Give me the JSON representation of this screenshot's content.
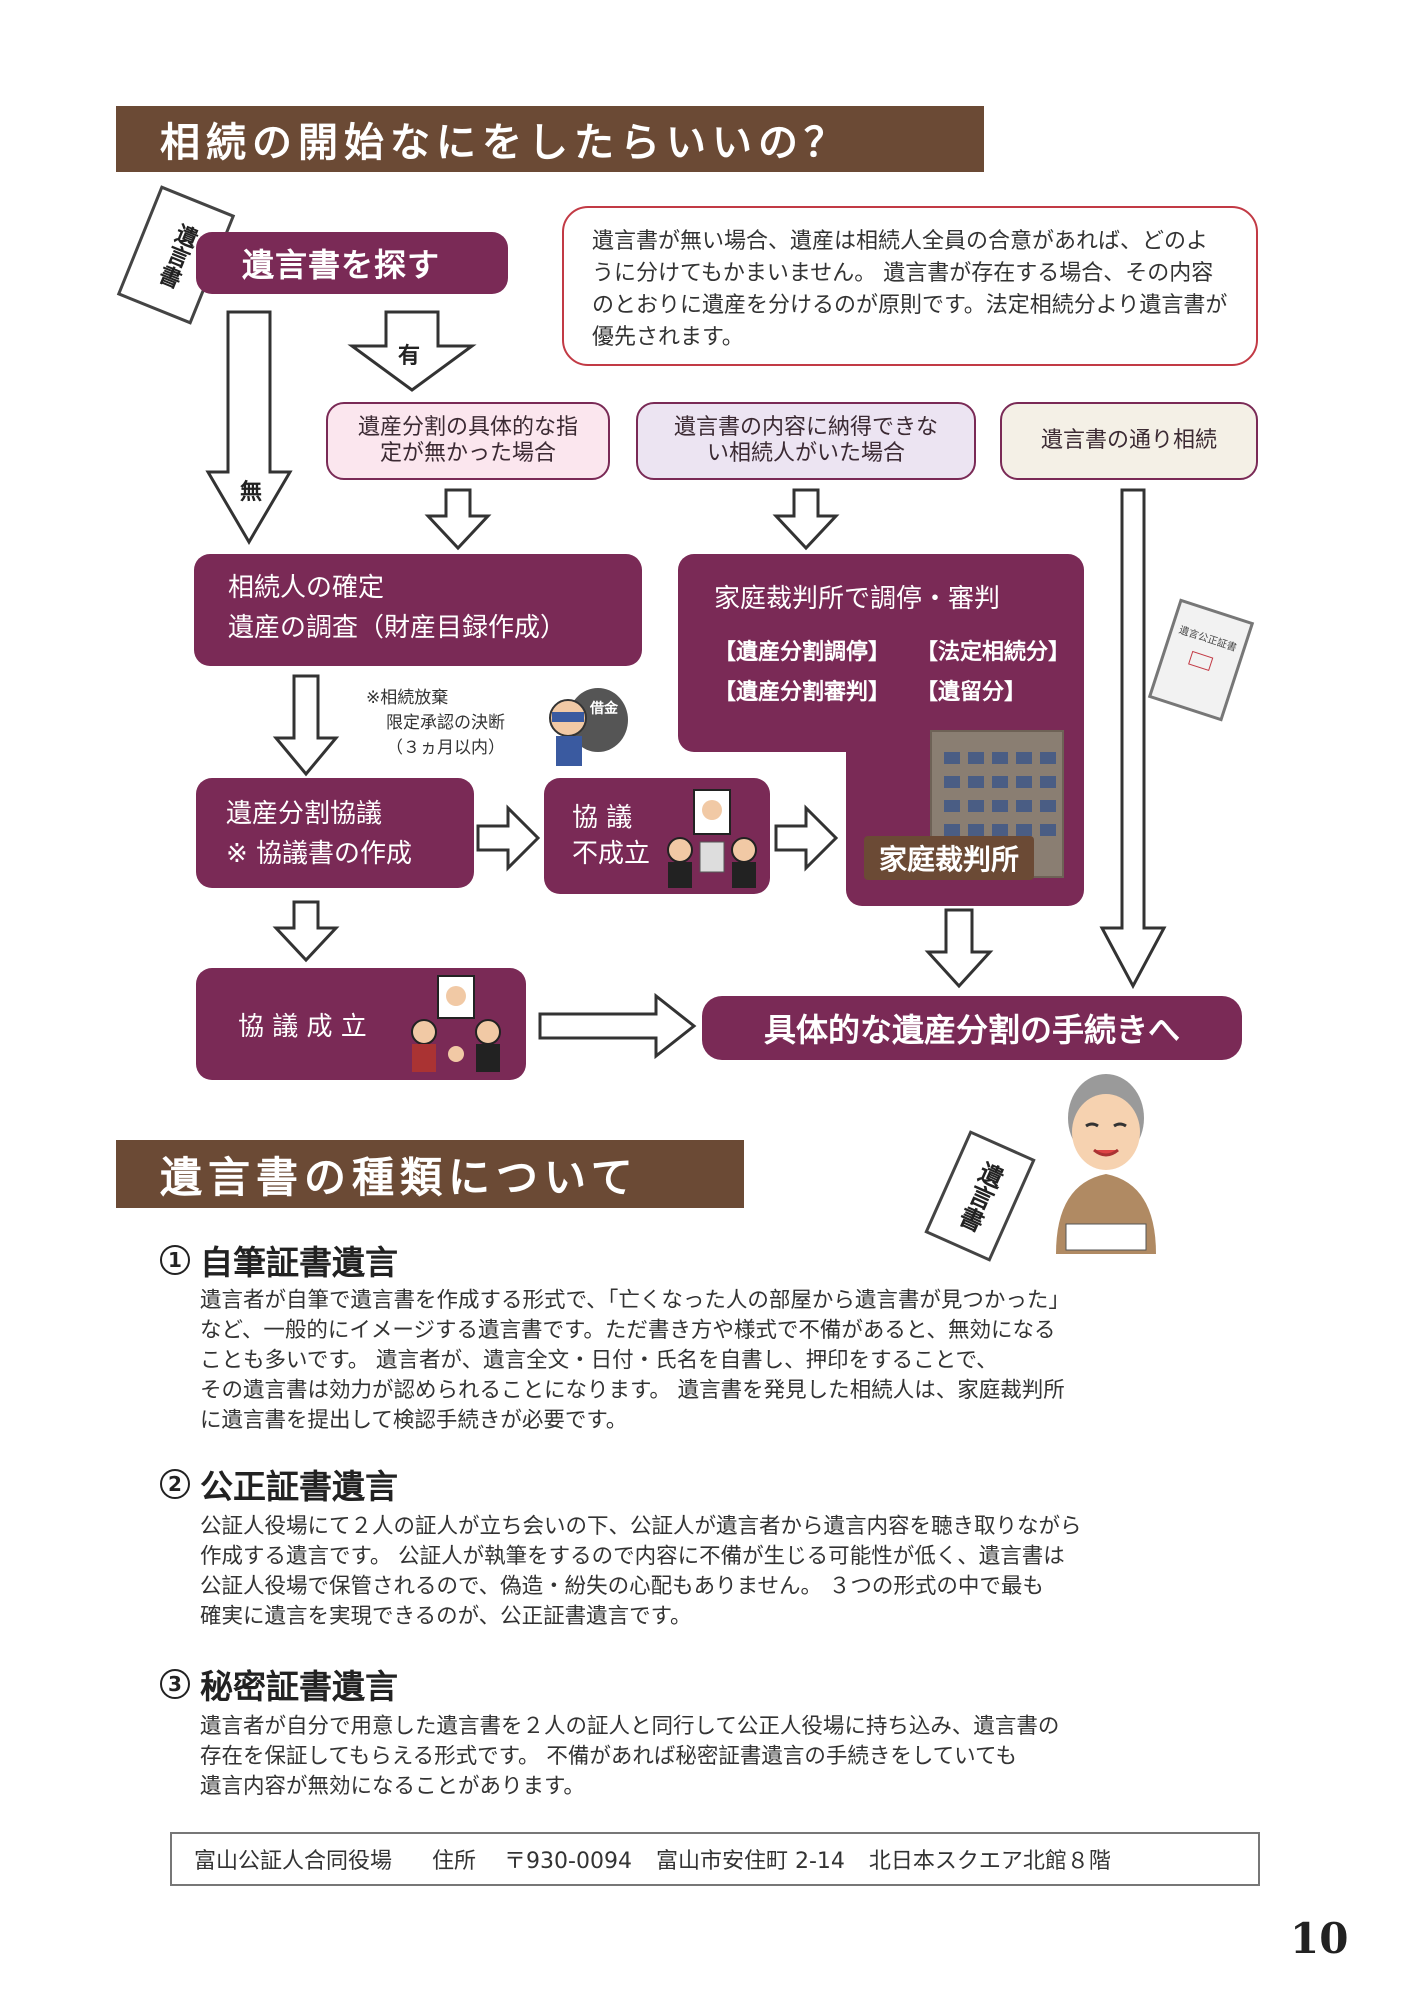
{
  "section1": {
    "title": "相続の開始なにをしたらいいの？"
  },
  "flow": {
    "search": "遺言書を探す",
    "scroll_label": "遺言書",
    "yes": "有",
    "no": "無",
    "note": "遺言書が無い場合、遺産は相続人全員の合意があれば、どのように分けてもかまいません。 遺言書が存在する場合、その内容のとおりに遺産を分けるのが原則です。法定相続分より遺言書が優先されます。",
    "cond1": "遺産分割の具体的な指定が無かった場合",
    "cond2": "遺言書の内容に納得できない相続人がいた場合",
    "cond3": "遺言書の通り相続",
    "confirm_line1": "相続人の確定",
    "confirm_line2": "遺産の調査（財産目録作成）",
    "court_title": "家庭裁判所で調停・審判",
    "court_item1": "【遺産分割調停】",
    "court_item2": "【法定相続分】",
    "court_item3": "【遺産分割審判】",
    "court_item4": "【遺留分】",
    "court_building_label": "家庭裁判所",
    "waiver_line1": "※相続放棄",
    "waiver_line2": "限定承認の決断",
    "waiver_line3": "（３ヵ月以内）",
    "debt_label": "借金",
    "division_line1": "遺産分割協議",
    "division_line2": "※ 協議書の作成",
    "fail_line1": "協 議",
    "fail_line2": "不成立",
    "success": "協 議 成 立",
    "final": "具体的な遺産分割の手続きへ",
    "doc_label": "遺言公正証書"
  },
  "section2": {
    "title": "遺言書の種類について",
    "scroll_label": "遺言書",
    "items": [
      {
        "num": "1",
        "title": "自筆証書遺言",
        "lines": [
          "遺言者が自筆で遺言書を作成する形式で、「亡くなった人の部屋から遺言書が見つかった」",
          "など、一般的にイメージする遺言書です。ただ書き方や様式で不備があると、無効になる",
          "ことも多いです。 遺言者が、遺言全文・日付・氏名を自書し、押印をすることで、",
          "その遺言書は効力が認められることになります。 遺言書を発見した相続人は、家庭裁判所",
          "に遺言書を提出して検認手続きが必要です。"
        ]
      },
      {
        "num": "2",
        "title": "公正証書遺言",
        "lines": [
          "公証人役場にて２人の証人が立ち会いの下、公証人が遺言者から遺言内容を聴き取りながら",
          "作成する遺言です。 公証人が執筆をするので内容に不備が生じる可能性が低く、遺言書は",
          "公証人役場で保管されるので、偽造・紛失の心配もありません。 ３つの形式の中で最も",
          "確実に遺言を実現できるのが、公正証書遺言です。"
        ]
      },
      {
        "num": "3",
        "title": "秘密証書遺言",
        "lines": [
          "遺言者が自分で用意した遺言書を２人の証人と同行して公正人役場に持ち込み、遺言書の",
          "存在を保証してもらえる形式です。 不備があれば秘密証書遺言の手続きをしていても",
          "遺言内容が無効になることがあります。"
        ]
      }
    ]
  },
  "footer": {
    "office": "富山公証人合同役場",
    "address_label": "住所",
    "postal": "〒930-0094",
    "address": "富山市安住町 2-14",
    "building": "北日本スクエア北館８階"
  },
  "page_number": "10",
  "colors": {
    "brown": "#6b4a35",
    "plum": "#7a2a56",
    "note_border": "#c23a45",
    "pink_box": "#fbe6ee",
    "lavender_box": "#ece4f2",
    "beige_box": "#f4f0e6"
  }
}
